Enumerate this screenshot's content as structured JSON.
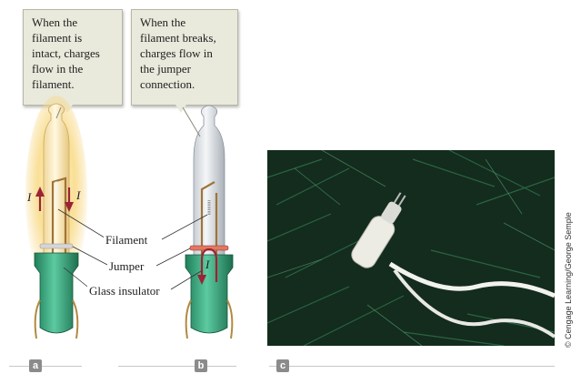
{
  "callouts": {
    "a": [
      "When the",
      "filament is",
      "intact, charges",
      "flow in the",
      "filament."
    ],
    "b": [
      "When the",
      "filament breaks,",
      "charges flow in",
      "the jumper",
      "connection."
    ]
  },
  "labels": {
    "filament": "Filament",
    "jumper": "Jumper",
    "glass_insulator": "Glass insulator",
    "current_symbol": "I"
  },
  "panels": {
    "a": "a",
    "b": "b",
    "c": "c"
  },
  "credit": "© Cengage Learning/George Semple",
  "colors": {
    "callout_fill": "#e9e9dc",
    "arrow": "#9b2335",
    "base": "#3aa27a",
    "glow": "#f7d37a"
  }
}
